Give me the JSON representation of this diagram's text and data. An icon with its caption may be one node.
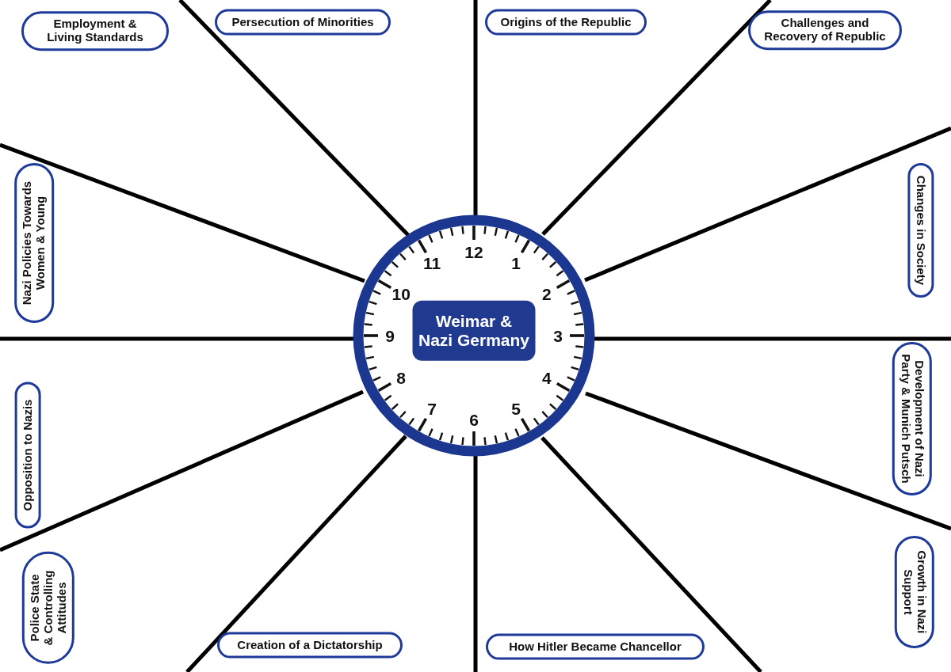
{
  "diagram": {
    "nodes": [
      {
        "text": [
          "Weimar & Nazi Germany"
        ]
      },
      {
        "text": [
          "Employment & Living Standards"
        ]
      },
      {
        "text": [
          "Persecution of Minorities"
        ]
      },
      {
        "text": [
          "Origins of the Republic"
        ]
      },
      {
        "text": [
          "Challenges and Recovery of Republic"
        ]
      },
      {
        "text": [
          "Nazi Policies Towards Women & Young"
        ]
      },
      {
        "text": [
          "Changes in Society"
        ]
      },
      {
        "text": [
          "Opposition to Nazis"
        ]
      },
      {
        "text": [
          "Development of Nazi Party & Munich Putsch"
        ]
      },
      {
        "text": [
          "Police State & Controlling Attitudes"
        ]
      },
      {
        "text": [
          "Growth in Nazi Support"
        ]
      },
      {
        "text": [
          "Creation of a Dictatorship"
        ]
      },
      {
        "text": [
          "How Hitler Became Chancellor"
        ]
      }
    ],
    "labels": [
      "12",
      "11",
      "1",
      "10",
      "2",
      "9",
      "3",
      "8",
      "4",
      "7",
      "5",
      "6"
    ]
  }
}
